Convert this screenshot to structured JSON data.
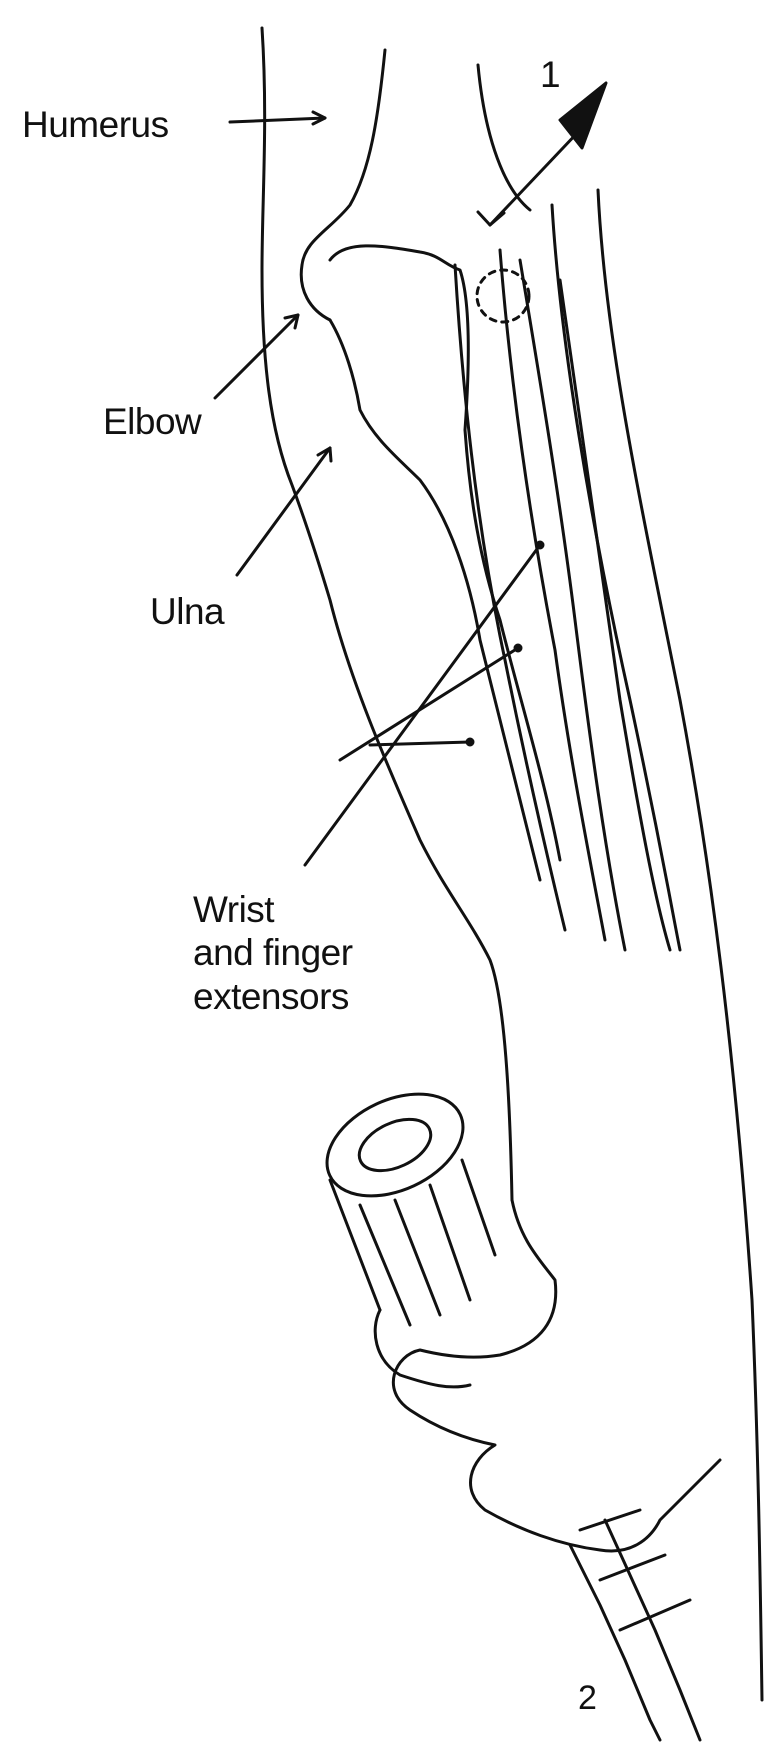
{
  "labels": {
    "humerus": "Humerus",
    "elbow": "Elbow",
    "ulna": "Ulna",
    "extensors_line1": "Wrist",
    "extensors_line2": "and finger",
    "extensors_line3": "extensors",
    "arrow_mark": "1",
    "bottom_mark": "2"
  },
  "colors": {
    "ink": "#111111",
    "background": "#ffffff"
  }
}
